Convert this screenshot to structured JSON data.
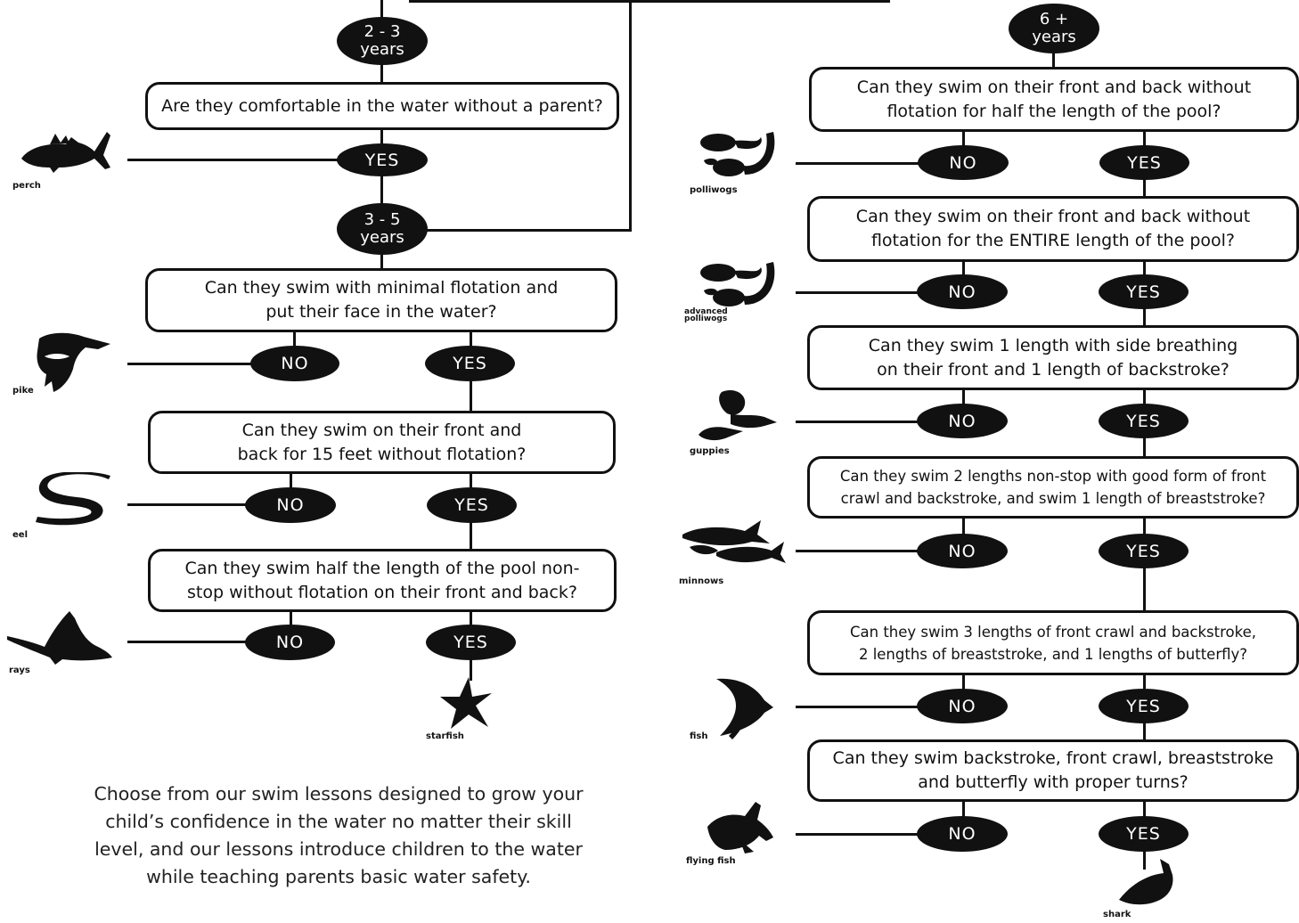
{
  "ages": {
    "age_2_3": {
      "range": "2 - 3",
      "unit": "years"
    },
    "age_3_5": {
      "range": "3 - 5",
      "unit": "years"
    },
    "age_6_plus": {
      "range": "6 +",
      "unit": "years"
    }
  },
  "answers": {
    "yes": "YES",
    "no": "NO"
  },
  "left_questions": [
    "Are they comfortable in the water without a parent?",
    "Can they swim with minimal flotation and\nput their face in the water?",
    "Can they swim on their front and\nback for 15 feet without flotation?",
    "Can they swim half the length of the pool non-\nstop without flotation on their front and back?"
  ],
  "right_questions": [
    "Can they swim on their front and back without\nflotation for half the length of the pool?",
    "Can they swim on their front and back without\nflotation for the ENTIRE length of the pool?",
    "Can they swim 1 length with side breathing\non their front and 1 length of backstroke?",
    "Can they swim 2 lengths non-stop with good form of front\ncrawl and backstroke, and swim 1 length of breaststroke?",
    "Can they swim 3 lengths of front crawl and backstroke,\n2 lengths of breaststroke, and 1 lengths of butterfly?",
    "Can they swim backstroke, front crawl, breaststroke\nand butterfly with proper turns?"
  ],
  "levels": {
    "perch": "perch",
    "pike": "pike",
    "eel": "eel",
    "rays": "rays",
    "starfish": "starfish",
    "polliwogs": "polliwogs",
    "advanced_polliwogs": "advanced\npolliwogs",
    "guppies": "guppies",
    "minnows": "minnows",
    "fish": "fish",
    "flying_fish": "flying fish",
    "shark": "shark"
  },
  "footer_text": "Choose from our swim lessons designed to grow your child’s confidence in the water no matter their skill level, and our lessons introduce children to the water while teaching parents basic water safety."
}
